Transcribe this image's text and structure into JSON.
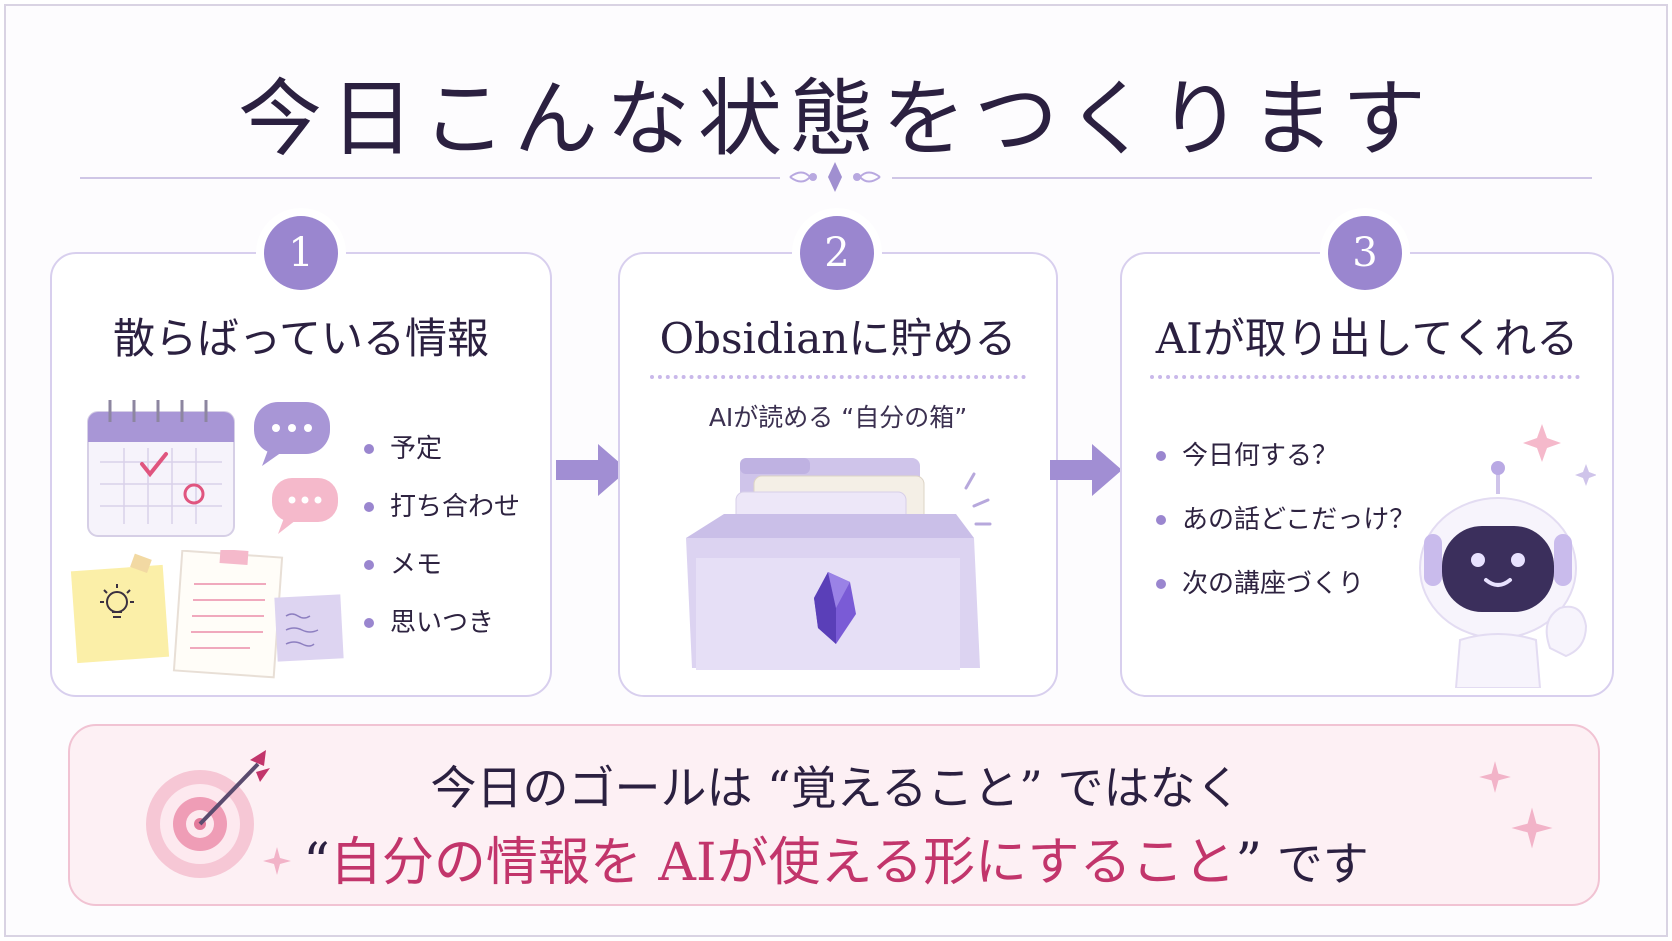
{
  "title": "今日こんな状態をつくります",
  "steps": [
    {
      "number": "1",
      "title": "散らばっている情報",
      "items": [
        "予定",
        "打ち合わせ",
        "メモ",
        "思いつき"
      ]
    },
    {
      "number": "2",
      "title": "Obsidianに貯める",
      "subtitle": "AIが読める “自分の箱”"
    },
    {
      "number": "3",
      "title": "AIが取り出してくれる",
      "items": [
        "今日何する？",
        "あの話どこだっけ？",
        "次の講座づくり"
      ]
    }
  ],
  "goal": {
    "line1": "今日のゴールは “覚えること” ではなく",
    "line2_open": "“",
    "line2_highlight": "自分の情報を AIが使える形にすること",
    "line2_close": "”",
    "line2_tail": " です"
  },
  "colors": {
    "accent_purple": "#9a86cf",
    "highlight_pink": "#c2356b",
    "goal_background": "#fdf0f4"
  },
  "icons": [
    "calendar-icon",
    "chat-bubble-icon",
    "sticky-note-icon",
    "lightbulb-icon",
    "folder-box-icon",
    "obsidian-gem-icon",
    "robot-icon",
    "sparkle-icon",
    "target-icon",
    "arrow-icon"
  ]
}
